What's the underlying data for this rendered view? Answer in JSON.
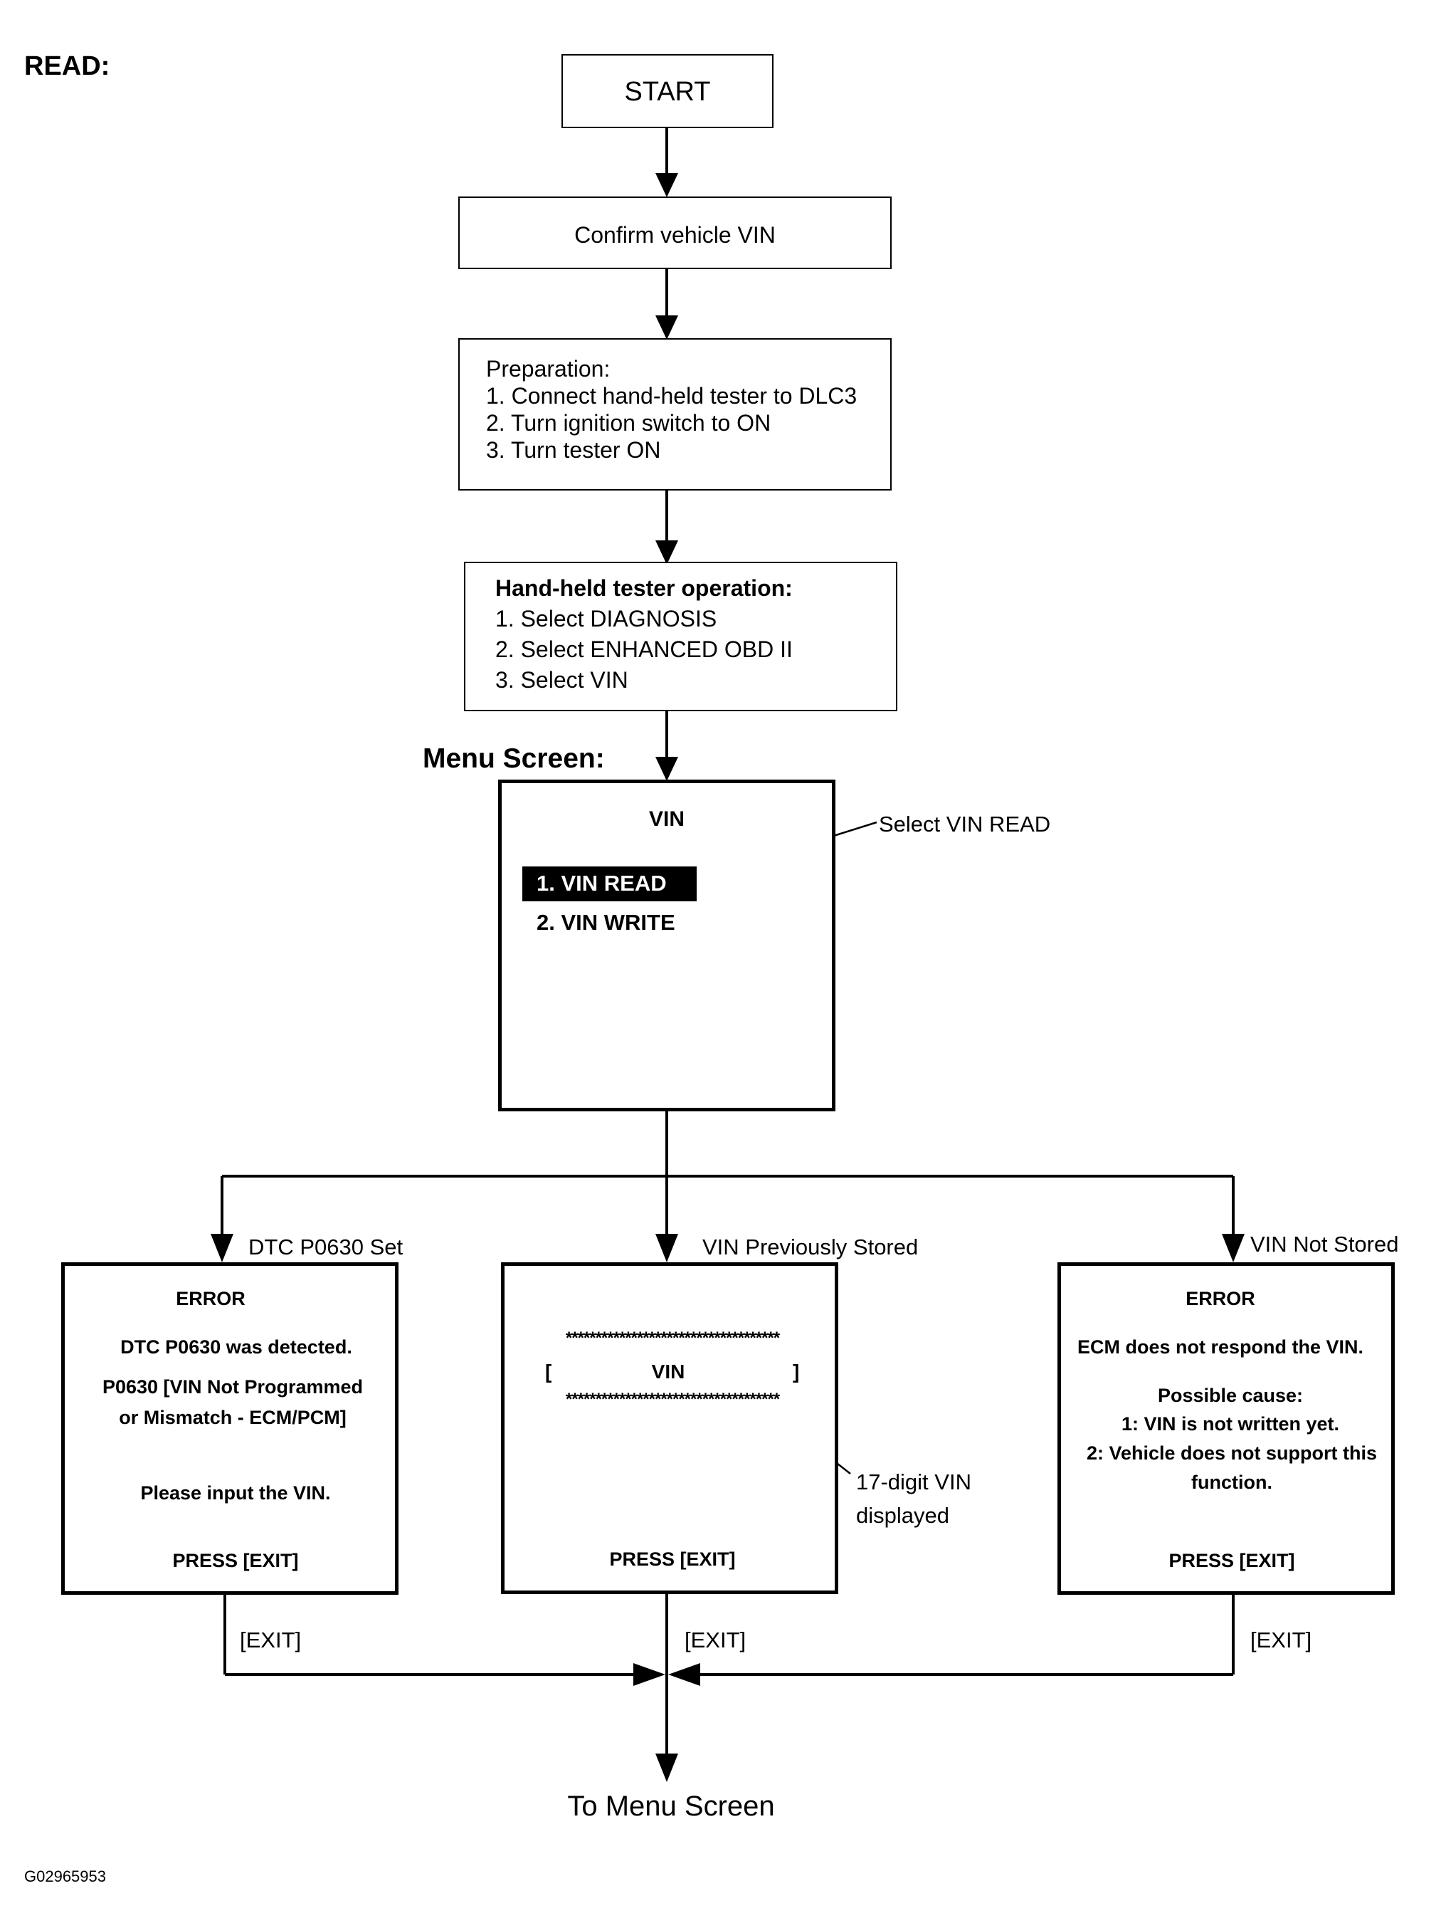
{
  "heading": "READ:",
  "start": "START",
  "confirm": "Confirm vehicle VIN",
  "preparation": {
    "title": "Preparation:",
    "steps": [
      "1. Connect hand-held tester to DLC3",
      "2. Turn ignition switch to ON",
      "3. Turn tester ON"
    ]
  },
  "tester_operation": {
    "title": "Hand-held tester operation:",
    "steps": [
      "1. Select DIAGNOSIS",
      "2. Select ENHANCED OBD II",
      "3. Select VIN"
    ]
  },
  "menu_screen": {
    "label": "Menu Screen:",
    "title": "VIN",
    "items": [
      "1. VIN READ",
      "2. VIN WRITE"
    ],
    "selected_index": 0,
    "callout": "Select VIN READ"
  },
  "branches": {
    "left": {
      "label": "DTC P0630 Set",
      "title": "ERROR",
      "line1": "DTC P0630 was detected.",
      "line2": "P0630  [VIN Not Programmed",
      "line3": "or Mismatch - ECM/PCM]",
      "line4": "Please input the VIN.",
      "press": "PRESS [EXIT]",
      "exit": "[EXIT]"
    },
    "middle": {
      "label": "VIN Previously Stored",
      "stars_top": "************************************",
      "bracket_left": "[",
      "vin": "VIN",
      "bracket_right": "]",
      "stars_bottom": "************************************",
      "callout_line1": "17-digit  VIN",
      "callout_line2": "displayed",
      "press": "PRESS [EXIT]",
      "exit": "[EXIT]"
    },
    "right": {
      "label": "VIN Not Stored",
      "title": "ERROR",
      "line1": "ECM does not respond the VIN.",
      "line2": "Possible cause:",
      "line3": "1: VIN is not written yet.",
      "line4": "2: Vehicle does not support this",
      "line5": "function.",
      "press": "PRESS [EXIT]",
      "exit": "[EXIT]"
    }
  },
  "end": "To Menu Screen",
  "figure_id": "G02965953"
}
